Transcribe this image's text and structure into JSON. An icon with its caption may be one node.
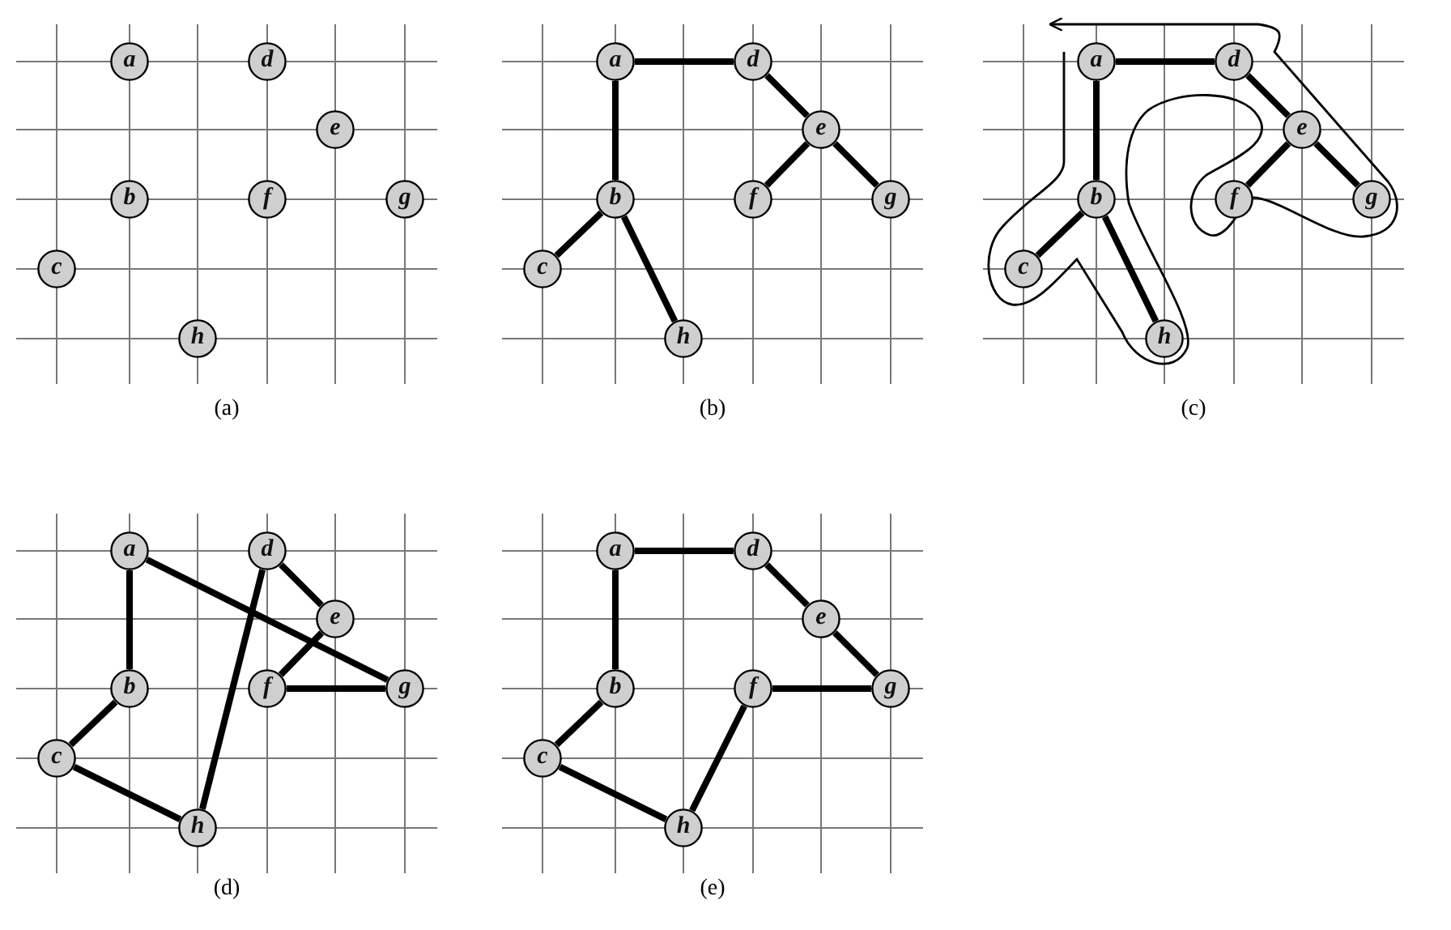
{
  "diagram": {
    "nodes": [
      {
        "text": [
          "a"
        ]
      },
      {
        "text": [
          "d"
        ]
      },
      {
        "text": [
          "e"
        ]
      },
      {
        "text": [
          "b"
        ]
      },
      {
        "text": [
          "f"
        ]
      },
      {
        "text": [
          "g"
        ]
      },
      {
        "text": [
          "c"
        ]
      },
      {
        "text": [
          "h"
        ]
      },
      {
        "text": [
          "a"
        ]
      },
      {
        "text": [
          "d"
        ]
      },
      {
        "text": [
          "e"
        ]
      },
      {
        "text": [
          "b"
        ]
      },
      {
        "text": [
          "f"
        ]
      },
      {
        "text": [
          "g"
        ]
      },
      {
        "text": [
          "c"
        ]
      },
      {
        "text": [
          "h"
        ]
      },
      {
        "text": [
          "a"
        ]
      },
      {
        "text": [
          "d"
        ]
      },
      {
        "text": [
          "e"
        ]
      },
      {
        "text": [
          "b"
        ]
      },
      {
        "text": [
          "f"
        ]
      },
      {
        "text": [
          "g"
        ]
      },
      {
        "text": [
          "c"
        ]
      },
      {
        "text": [
          "h"
        ]
      },
      {
        "text": [
          "a"
        ]
      },
      {
        "text": [
          "d"
        ]
      },
      {
        "text": [
          "e"
        ]
      },
      {
        "text": [
          "b"
        ]
      },
      {
        "text": [
          "f"
        ]
      },
      {
        "text": [
          "g"
        ]
      },
      {
        "text": [
          "c"
        ]
      },
      {
        "text": [
          "h"
        ]
      },
      {
        "text": [
          "a"
        ]
      },
      {
        "text": [
          "d"
        ]
      },
      {
        "text": [
          "e"
        ]
      },
      {
        "text": [
          "b"
        ]
      },
      {
        "text": [
          "f"
        ]
      },
      {
        "text": [
          "g"
        ]
      },
      {
        "text": [
          "c"
        ]
      },
      {
        "text": [
          "h"
        ]
      }
    ],
    "edges": [
      {
        "from": 8,
        "to": 9,
        "arrow": "none"
      },
      {
        "from": 8,
        "to": 11,
        "arrow": "none"
      },
      {
        "from": 9,
        "to": 10,
        "arrow": "none"
      },
      {
        "from": 10,
        "to": 12,
        "arrow": "none"
      },
      {
        "from": 10,
        "to": 13,
        "arrow": "none"
      },
      {
        "from": 11,
        "to": 14,
        "arrow": "none"
      },
      {
        "from": 11,
        "to": 15,
        "arrow": "none"
      },
      {
        "from": 16,
        "to": 17,
        "arrow": "none"
      },
      {
        "from": 16,
        "to": 19,
        "arrow": "none"
      },
      {
        "from": 17,
        "to": 18,
        "arrow": "none"
      },
      {
        "from": 18,
        "to": 20,
        "arrow": "none"
      },
      {
        "from": 18,
        "to": 21,
        "arrow": "none"
      },
      {
        "from": 19,
        "to": 22,
        "arrow": "none"
      },
      {
        "from": 19,
        "to": 23,
        "arrow": "none"
      },
      {
        "from": 24,
        "to": 27,
        "arrow": "none"
      },
      {
        "from": 27,
        "to": 30,
        "arrow": "none"
      },
      {
        "from": 30,
        "to": 31,
        "arrow": "none"
      },
      {
        "from": 31,
        "to": 25,
        "arrow": "none"
      },
      {
        "from": 25,
        "to": 26,
        "arrow": "none"
      },
      {
        "from": 26,
        "to": 28,
        "arrow": "none"
      },
      {
        "from": 28,
        "to": 29,
        "arrow": "none"
      },
      {
        "from": 29,
        "to": 24,
        "arrow": "none"
      },
      {
        "from": 32,
        "to": 33,
        "arrow": "none"
      },
      {
        "from": 33,
        "to": 34,
        "arrow": "none"
      },
      {
        "from": 34,
        "to": 37,
        "arrow": "none"
      },
      {
        "from": 37,
        "to": 36,
        "arrow": "none"
      },
      {
        "from": 36,
        "to": 39,
        "arrow": "none"
      },
      {
        "from": 39,
        "to": 38,
        "arrow": "none"
      },
      {
        "from": 38,
        "to": 35,
        "arrow": "none"
      },
      {
        "from": 35,
        "to": 32,
        "arrow": "none"
      }
    ],
    "labels": [
      "(a)",
      "(b)",
      "(c)",
      "(d)",
      "(e)"
    ]
  }
}
